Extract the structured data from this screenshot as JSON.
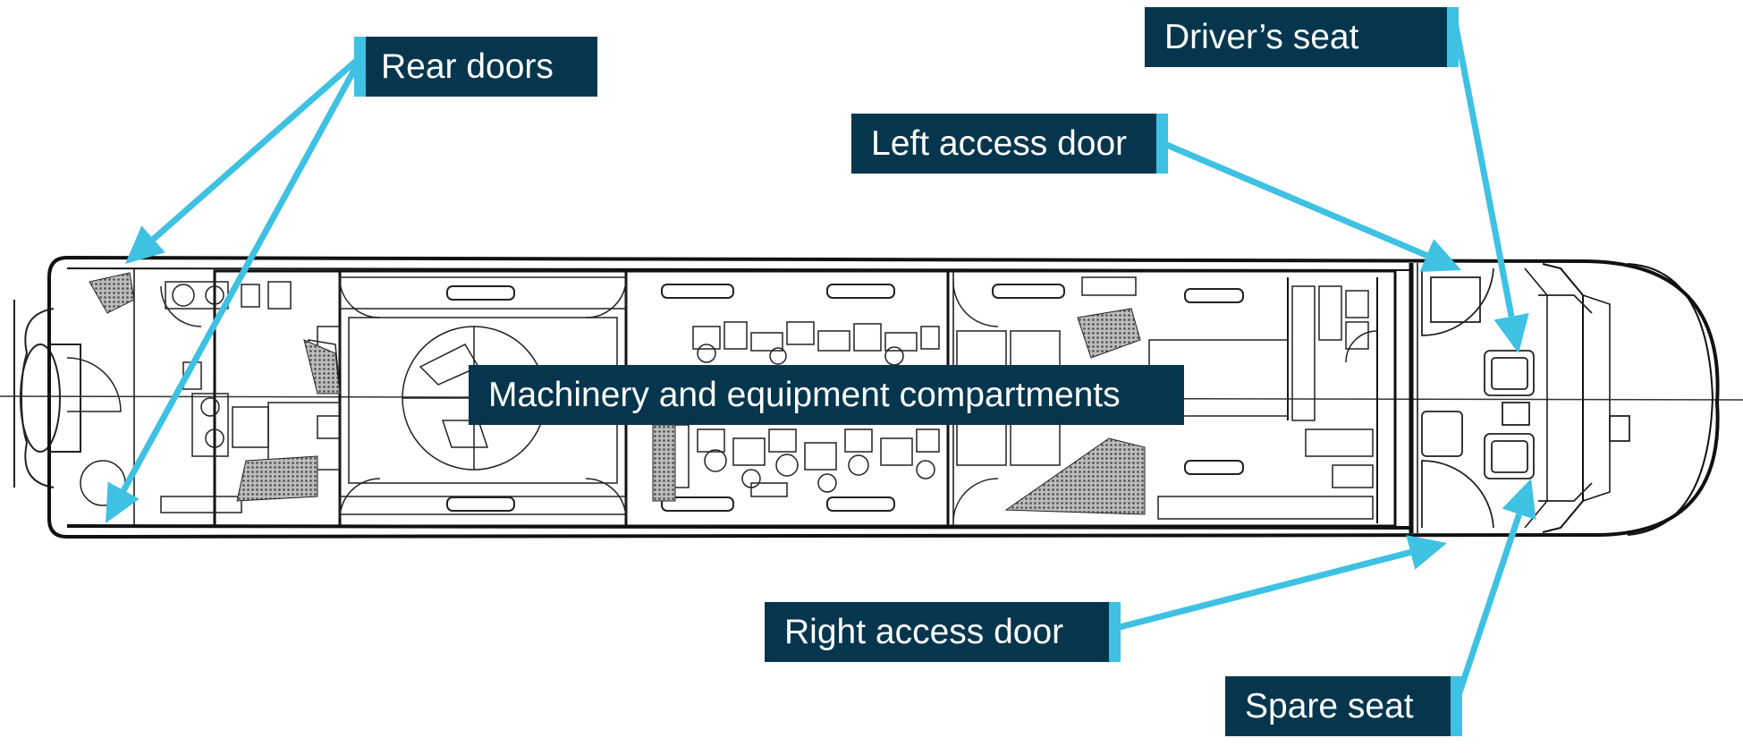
{
  "diagram": {
    "labels": {
      "rear_doors": "Rear doors",
      "drivers_seat": "Driver’s seat",
      "left_access_door": "Left access door",
      "machinery": "Machinery and equipment compartments",
      "right_access_door": "Right access door",
      "spare_seat": "Spare seat"
    },
    "colors": {
      "label_background": "#05364d",
      "label_text": "#ffffff",
      "arrow": "#3ec1e3",
      "drawing_lines": "#1a1a1a",
      "hatched_fill": "#8c8c8c"
    }
  }
}
